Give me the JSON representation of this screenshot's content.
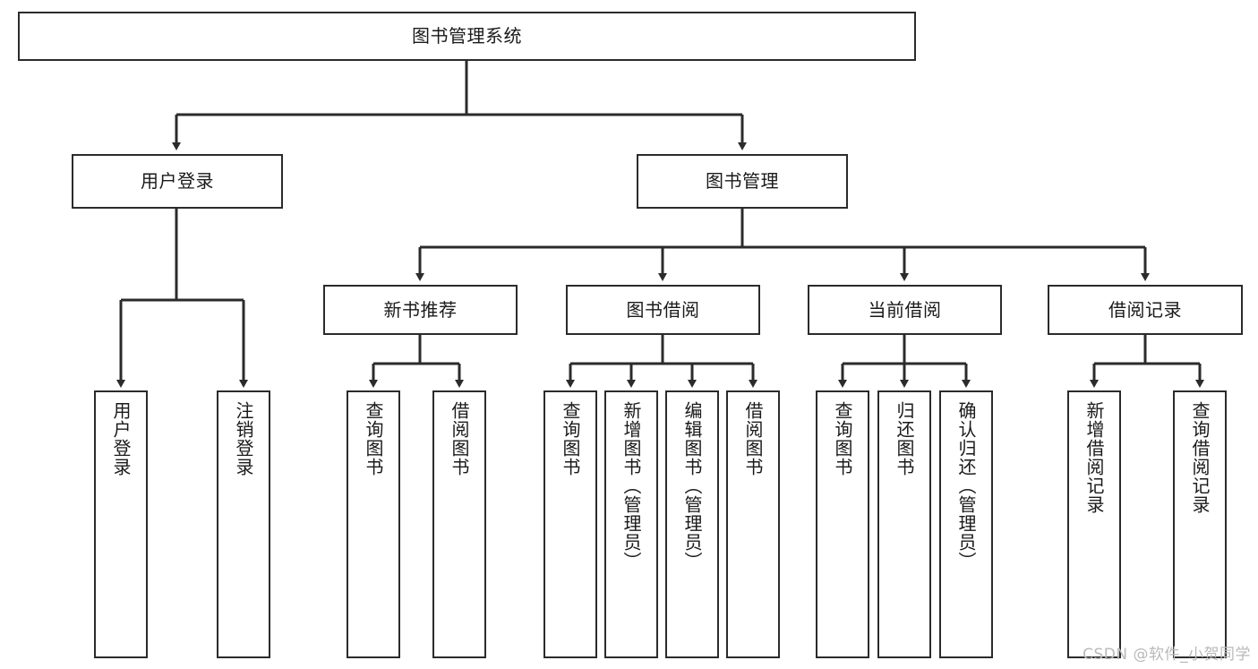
{
  "diagram": {
    "type": "tree-hierarchy",
    "title": "图书管理系统",
    "root": {
      "label": "图书管理系统"
    },
    "level2": [
      {
        "label": "用户登录"
      },
      {
        "label": "图书管理"
      }
    ],
    "level3": [
      {
        "label": "新书推荐"
      },
      {
        "label": "图书借阅"
      },
      {
        "label": "当前借阅"
      },
      {
        "label": "借阅记录"
      }
    ],
    "leaves": [
      {
        "label": "用户登录",
        "parent": "用户登录"
      },
      {
        "label": "注销登录",
        "parent": "用户登录"
      },
      {
        "label": "查询图书",
        "parent": "新书推荐"
      },
      {
        "label": "借阅图书",
        "parent": "新书推荐"
      },
      {
        "label": "查询图书",
        "parent": "图书借阅"
      },
      {
        "label": "新增图书（管理员）",
        "parent": "图书借阅"
      },
      {
        "label": "编辑图书（管理员）",
        "parent": "图书借阅"
      },
      {
        "label": "借阅图书",
        "parent": "图书借阅"
      },
      {
        "label": "查询图书",
        "parent": "当前借阅"
      },
      {
        "label": "归还图书",
        "parent": "当前借阅"
      },
      {
        "label": "确认归还（管理员）",
        "parent": "当前借阅"
      },
      {
        "label": "新增借阅记录",
        "parent": "借阅记录"
      },
      {
        "label": "查询借阅记录",
        "parent": "借阅记录"
      }
    ],
    "colors": {
      "stroke": "#2b2b2b",
      "fill": "#ffffff",
      "text": "#1a1a1a",
      "watermark": "#b9b9b9"
    }
  },
  "watermark": {
    "text": "CSDN @软件_小贺同学"
  }
}
